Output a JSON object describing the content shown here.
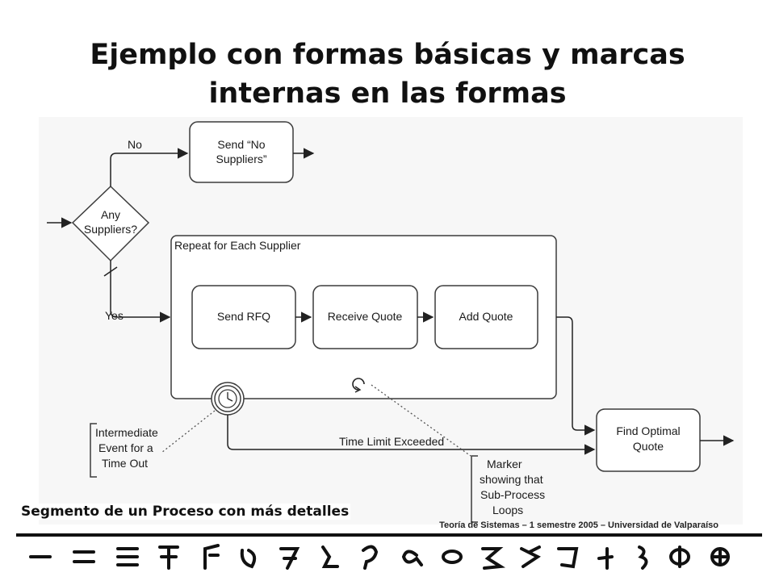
{
  "slide": {
    "title_line1": "Ejemplo con formas básicas y marcas",
    "title_line2": "internas en las formas",
    "caption": "Segmento de un Proceso con más detalles",
    "footer": "Teoría de Sistemas – 1 semestre 2005 – Universidad de Valparaíso"
  },
  "diagram": {
    "gateway_line1": "Any",
    "gateway_line2": "Suppliers?",
    "no_label": "No",
    "yes_label": "Yes",
    "send_no_line1": "Send “No",
    "send_no_line2": "Suppliers”",
    "subprocess_label": "Repeat for Each Supplier",
    "task_send_rfq": "Send RFQ",
    "task_receive_quote": "Receive Quote",
    "task_add_quote": "Add Quote",
    "find_line1": "Find Optimal",
    "find_line2": "Quote",
    "time_limit_label": "Time Limit Exceeded",
    "annotation_timer_line1": "Intermediate",
    "annotation_timer_line2": "Event for a",
    "annotation_timer_line3": "Time Out",
    "annotation_loop_line1": "Marker",
    "annotation_loop_line2": "showing that",
    "annotation_loop_line3": "Sub-Process",
    "annotation_loop_line4": "Loops"
  },
  "colors": {
    "shape_fill": "#ffffff",
    "stroke": "#3c3c3c",
    "diagram_bg": "#f7f7f7",
    "rule": "#111111"
  }
}
